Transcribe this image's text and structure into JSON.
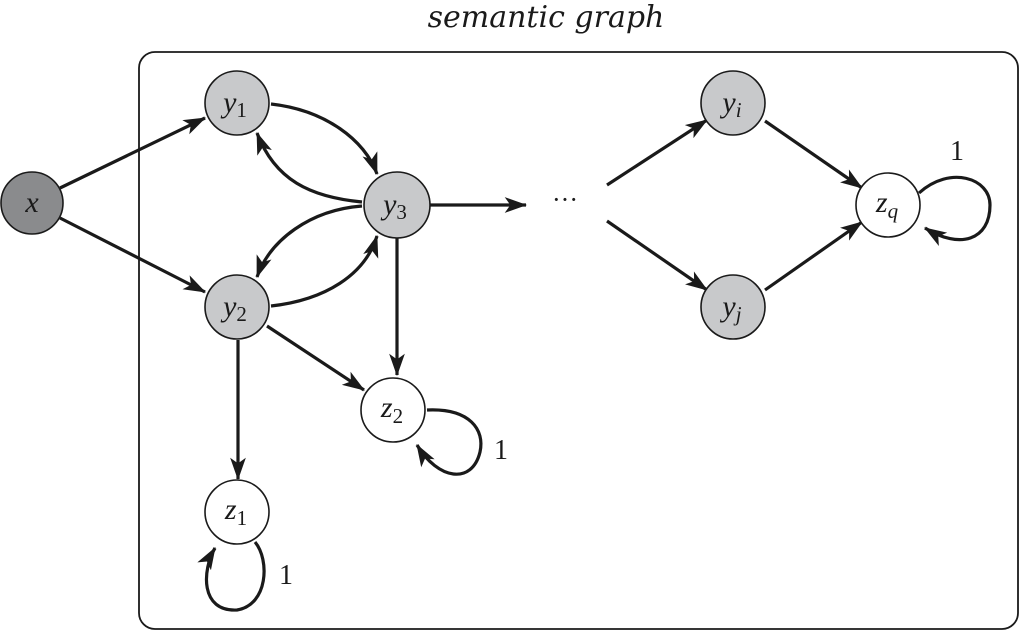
{
  "title": "semantic graph",
  "colors": {
    "input_node": "#8a8b8d",
    "hidden_node": "#c8c9cb",
    "output_node": "#ffffff",
    "stroke": "#1a1a1a"
  },
  "nodes": [
    {
      "id": "x",
      "base": "x",
      "sub": "",
      "sub_italic": false,
      "kind": "input"
    },
    {
      "id": "y1",
      "base": "y",
      "sub": "1",
      "sub_italic": false,
      "kind": "hidden"
    },
    {
      "id": "y2",
      "base": "y",
      "sub": "2",
      "sub_italic": false,
      "kind": "hidden"
    },
    {
      "id": "y3",
      "base": "y",
      "sub": "3",
      "sub_italic": false,
      "kind": "hidden"
    },
    {
      "id": "yi",
      "base": "y",
      "sub": "i",
      "sub_italic": true,
      "kind": "hidden"
    },
    {
      "id": "yj",
      "base": "y",
      "sub": "j",
      "sub_italic": true,
      "kind": "hidden"
    },
    {
      "id": "z1",
      "base": "z",
      "sub": "1",
      "sub_italic": false,
      "kind": "output"
    },
    {
      "id": "z2",
      "base": "z",
      "sub": "2",
      "sub_italic": false,
      "kind": "output"
    },
    {
      "id": "zq",
      "base": "z",
      "sub": "q",
      "sub_italic": true,
      "kind": "output"
    }
  ],
  "edges": [
    {
      "from": "x",
      "to": "y1"
    },
    {
      "from": "x",
      "to": "y2"
    },
    {
      "from": "y1",
      "to": "y3"
    },
    {
      "from": "y3",
      "to": "y1"
    },
    {
      "from": "y3",
      "to": "y2"
    },
    {
      "from": "y2",
      "to": "y3"
    },
    {
      "from": "y3",
      "to": "ellipsis"
    },
    {
      "from": "y3",
      "to": "z2"
    },
    {
      "from": "y2",
      "to": "z2"
    },
    {
      "from": "y2",
      "to": "z1"
    },
    {
      "from": "ellipsis",
      "to": "yi"
    },
    {
      "from": "ellipsis",
      "to": "yj"
    },
    {
      "from": "yi",
      "to": "zq"
    },
    {
      "from": "yj",
      "to": "zq"
    },
    {
      "from": "z1",
      "to": "z1",
      "weight": "1"
    },
    {
      "from": "z2",
      "to": "z2",
      "weight": "1"
    },
    {
      "from": "zq",
      "to": "zq",
      "weight": "1"
    }
  ],
  "ellipsis": "···",
  "self_loop_weights": {
    "z1": "1",
    "z2": "1",
    "zq": "1"
  }
}
